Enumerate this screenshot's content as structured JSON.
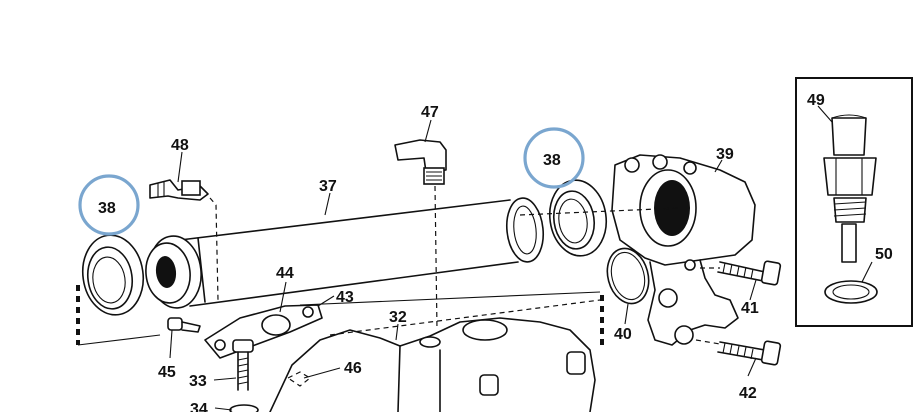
{
  "callouts": {
    "c32": "32",
    "c33": "33",
    "c34": "34",
    "c37": "37",
    "c38a": "38",
    "c38b": "38",
    "c39": "39",
    "c40": "40",
    "c41": "41",
    "c42": "42",
    "c43": "43",
    "c44": "44",
    "c45": "45",
    "c46": "46",
    "c47": "47",
    "c48": "48",
    "c49": "49",
    "c50": "50"
  },
  "highlight": {
    "color": "#7aa6cf",
    "circled_parts": [
      "38",
      "38"
    ]
  }
}
